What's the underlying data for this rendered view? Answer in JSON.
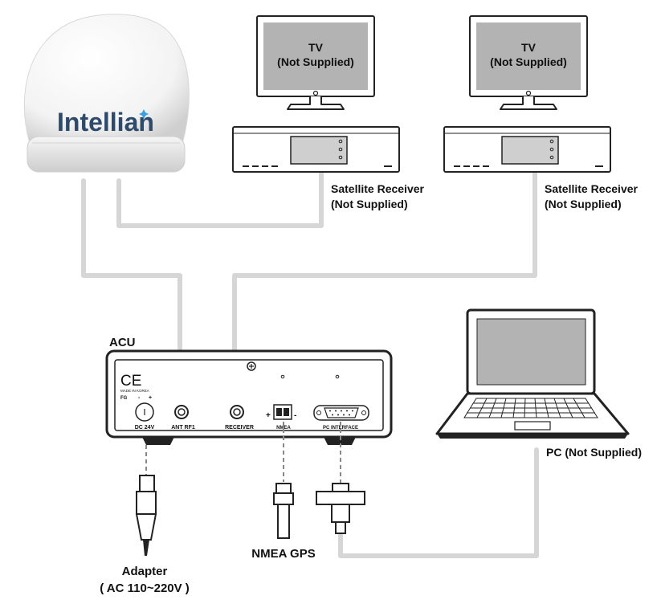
{
  "antenna": {
    "brand": "Intellian"
  },
  "tv_left": {
    "line1": "TV",
    "line2": "(Not Supplied)"
  },
  "tv_right": {
    "line1": "TV",
    "line2": "(Not Supplied)"
  },
  "receiver_left": {
    "line1": "Satellite Receiver",
    "line2": "(Not Supplied)"
  },
  "receiver_right": {
    "line1": "Satellite Receiver",
    "line2": "(Not Supplied)"
  },
  "acu": {
    "title": "ACU",
    "ce": "CE",
    "made_in": "MADE IN KOREA",
    "fg": "FG",
    "minus": "-",
    "plus": "+",
    "port_dc": "DC 24V",
    "port_ant": "ANT RF1",
    "port_receiver": "RECEIVER",
    "port_nmea": "NMEA",
    "port_pc": "PC INTERFACE",
    "nmea_plus": "+",
    "nmea_minus": "-"
  },
  "pc": {
    "label": "PC (Not Supplied)"
  },
  "gps": {
    "label": "NMEA GPS"
  },
  "adapter": {
    "line1": "Adapter",
    "line2": "( AC 110~220V )"
  },
  "colors": {
    "cable": "#d6d6d6",
    "screen": "#b3b3b3",
    "outline": "#222222",
    "panel": "#e4e4e4"
  }
}
